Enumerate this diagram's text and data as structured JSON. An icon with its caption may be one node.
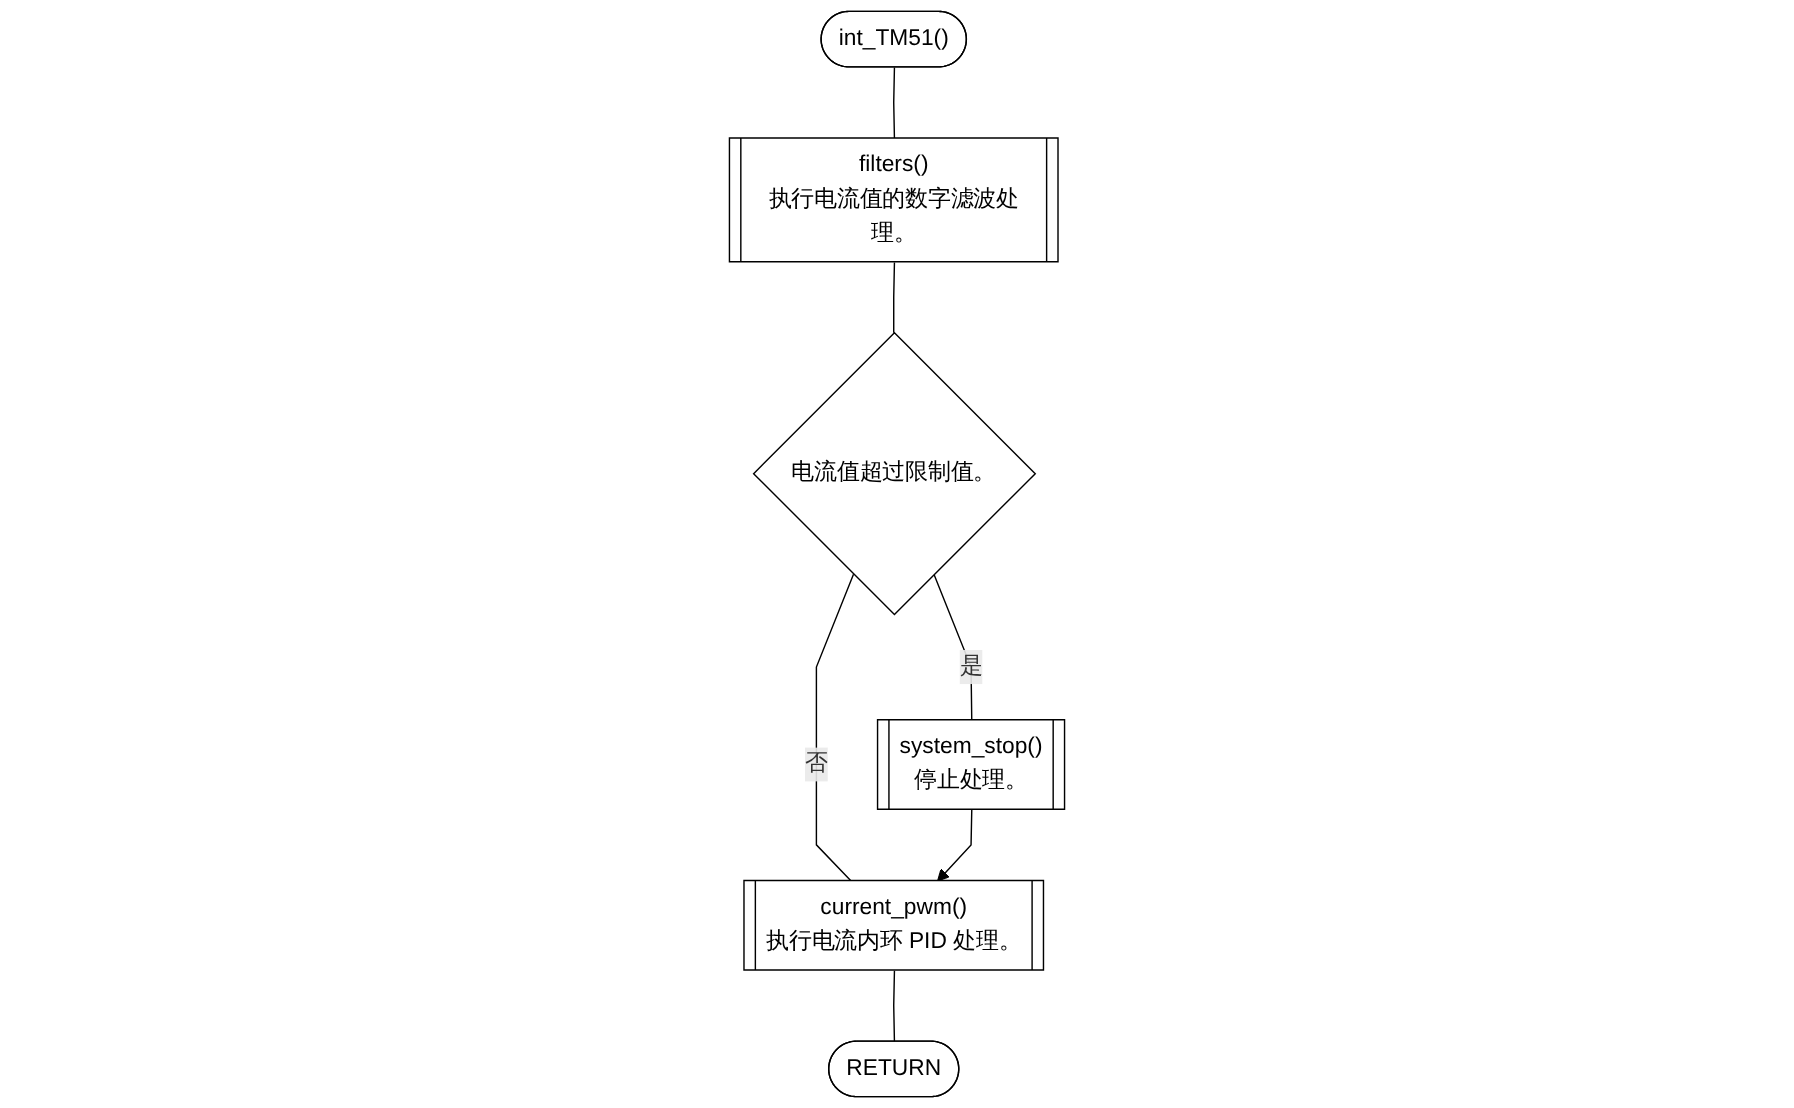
{
  "diagram": {
    "nodes": [
      {
        "text": [
          "int_TM51()"
        ]
      },
      {
        "text": [
          "filters()",
          "执行电流值的数字滤波处理。"
        ]
      },
      {
        "text": [
          "电流值超过限制值。"
        ]
      },
      {
        "text": [
          "system_stop()",
          "停止处理。"
        ]
      },
      {
        "text": [
          "current_pwm()",
          "执行电流内环 PID 处理。"
        ]
      },
      {
        "text": [
          "RETURN"
        ]
      }
    ],
    "edges": [
      {
        "from": 0,
        "to": 1,
        "arrow": "none"
      },
      {
        "from": 1,
        "to": 2,
        "arrow": "none"
      },
      {
        "from": 2,
        "to": 3,
        "arrow": "none",
        "label": "是"
      },
      {
        "from": 2,
        "to": 4,
        "arrow": "none",
        "label": "否"
      },
      {
        "from": 3,
        "to": 4,
        "arrow": "to"
      },
      {
        "from": 4,
        "to": 5,
        "arrow": "none"
      }
    ]
  }
}
